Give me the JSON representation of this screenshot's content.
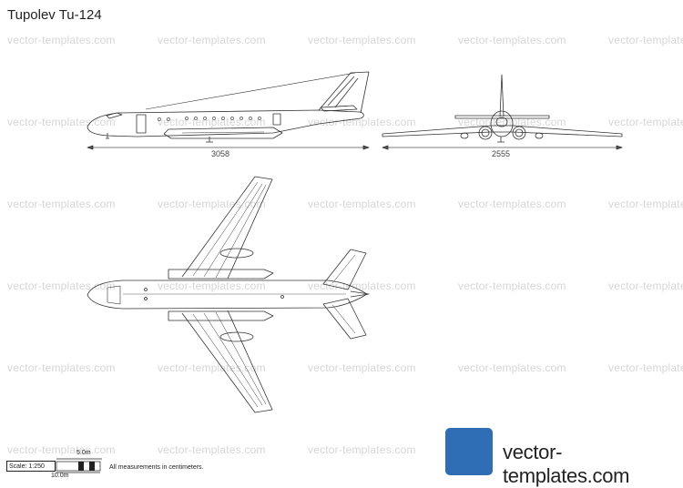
{
  "title": "Tupolev Tu-124",
  "watermark_text": "vector-templates.com",
  "dimensions": {
    "side_length": "3058",
    "front_span": "2555"
  },
  "scale": {
    "label": "Scale: 1:250",
    "top_mark": "5.0m",
    "bottom_mark": "10.0m"
  },
  "footer_note": "All measurements in centimeters.",
  "logo": {
    "text": "vector-templates.com",
    "icon": "vt-logo-icon",
    "color": "#2f6eb5"
  }
}
